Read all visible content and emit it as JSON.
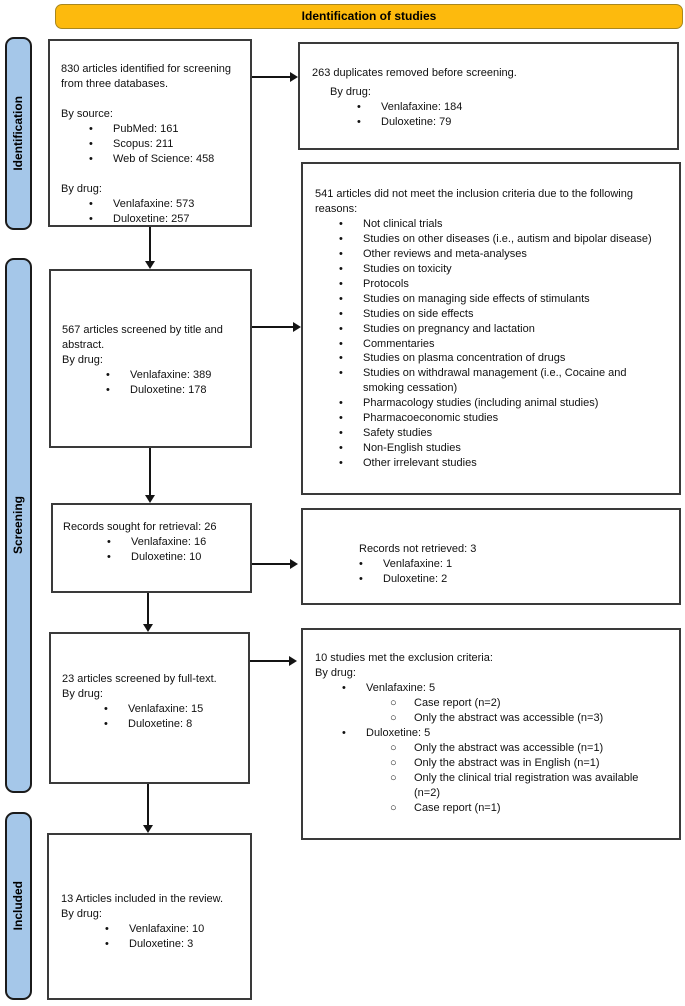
{
  "header": {
    "title": "Identification of studies"
  },
  "colors": {
    "banner_fill": "#FDBA0D",
    "stage_fill": "#A5C7E9",
    "box_border": "#3a3a3a",
    "arrow": "#141414"
  },
  "markers": {
    "bullet": "•",
    "circle": "○"
  },
  "stages": [
    {
      "label": "Identification"
    },
    {
      "label": "Screening"
    },
    {
      "label": "Included"
    }
  ],
  "boxes": {
    "identified": {
      "line1": "830 articles identified for screening from three databases.",
      "by_source_label": "By source:",
      "source_items": [
        "PubMed: 161",
        "Scopus: 211",
        "Web of Science: 458"
      ],
      "by_drug_label": "By drug:",
      "drug_items": [
        "Venlafaxine: 573",
        "Duloxetine: 257"
      ]
    },
    "duplicates": {
      "line1": "263 duplicates removed before screening.",
      "by_drug_label": "By drug:",
      "drug_items": [
        "Venlafaxine: 184",
        "Duloxetine: 79"
      ]
    },
    "title_abstract": {
      "line1": "567 articles screened by title and abstract.",
      "by_drug_label": "By drug:",
      "drug_items": [
        "Venlafaxine: 389",
        "Duloxetine: 178"
      ]
    },
    "not_inclusion": {
      "line1": "541 articles did not meet the inclusion criteria due to the following reasons:",
      "reasons": [
        "Not clinical trials",
        "Studies on other diseases (i.e., autism and bipolar disease)",
        "Other reviews and meta-analyses",
        "Studies on toxicity",
        "Protocols",
        "Studies on managing side effects of stimulants",
        "Studies on side effects",
        "Studies on pregnancy and lactation",
        "Commentaries",
        "Studies on plasma concentration of drugs",
        "Studies on withdrawal management (i.e., Cocaine and smoking cessation)",
        "Pharmacology studies (including animal studies)",
        "Pharmacoeconomic studies",
        "Safety studies",
        "Non-English studies",
        "Other irrelevant studies"
      ]
    },
    "retrieval": {
      "line1": "Records sought for retrieval: 26",
      "drug_items": [
        "Venlafaxine: 16",
        "Duloxetine: 10"
      ]
    },
    "not_retrieved": {
      "line1": "Records not retrieved: 3",
      "drug_items": [
        "Venlafaxine: 1",
        "Duloxetine: 2"
      ]
    },
    "fulltext": {
      "line1": "23 articles screened by full-text.",
      "by_drug_label": "By drug:",
      "drug_items": [
        "Venlafaxine: 15",
        "Duloxetine: 8"
      ]
    },
    "exclusion": {
      "line1": "10 studies met the exclusion criteria:",
      "by_drug_label": "By drug:",
      "venlafaxine_label": "Venlafaxine: 5",
      "venlafaxine_sub": [
        "Case report (n=2)",
        "Only the abstract was accessible (n=3)"
      ],
      "duloxetine_label": "Duloxetine: 5",
      "duloxetine_sub": [
        "Only the abstract was accessible (n=1)",
        "Only the abstract was in English (n=1)",
        "Only the clinical trial registration was available (n=2)",
        "Case report (n=1)"
      ]
    },
    "included": {
      "line1": "13 Articles included in the review.",
      "by_drug_label": "By drug:",
      "drug_items": [
        "Venlafaxine: 10",
        "Duloxetine: 3"
      ]
    }
  }
}
